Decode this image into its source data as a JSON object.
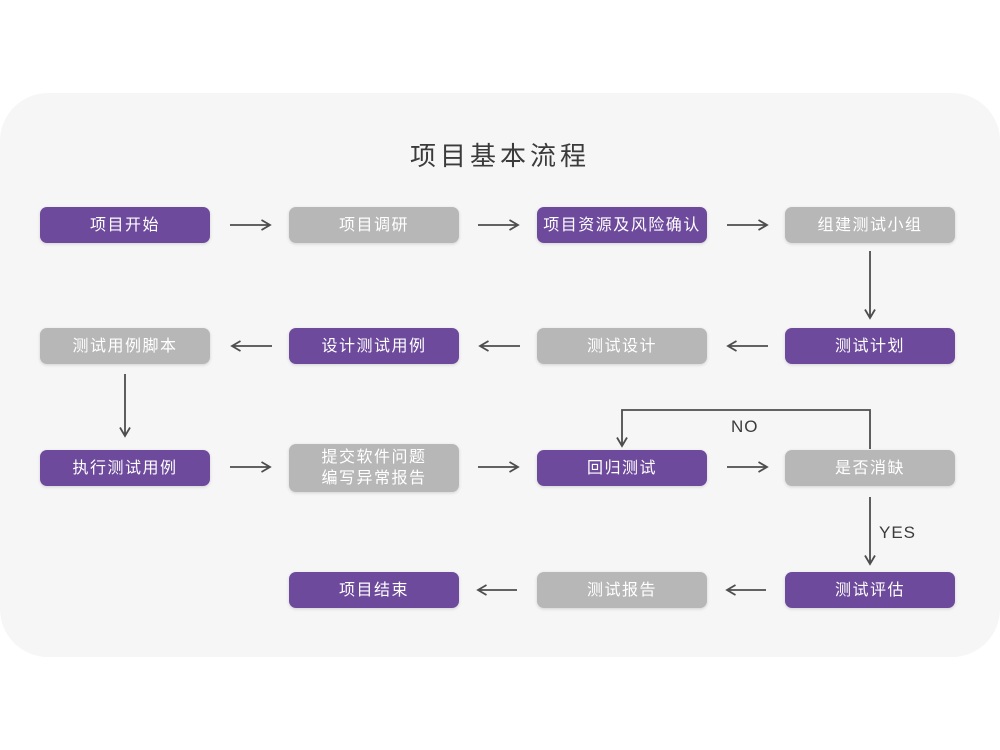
{
  "title": "项目基本流程",
  "colors": {
    "page_bg": "#FFFFFF",
    "card_bg": "#F6F6F7",
    "purple": "#6D4A9C",
    "gray": "#B7B7B7",
    "node_text": "#FFFFFF",
    "arrow": "#4D4D4D",
    "title_text": "#3B3B3B",
    "edge_label_text": "#3B3B3B"
  },
  "nodes": {
    "project_start": {
      "label": "项目开始",
      "variant": "purple"
    },
    "project_research": {
      "label": "项目调研",
      "variant": "gray"
    },
    "resource_risk_confirm": {
      "label": "项目资源及风险确认",
      "variant": "purple"
    },
    "build_test_team": {
      "label": "组建测试小组",
      "variant": "gray"
    },
    "test_plan": {
      "label": "测试计划",
      "variant": "purple"
    },
    "test_design": {
      "label": "测试设计",
      "variant": "gray"
    },
    "design_test_cases": {
      "label": "设计测试用例",
      "variant": "purple"
    },
    "test_case_script": {
      "label": "测试用例脚本",
      "variant": "gray"
    },
    "execute_test_cases": {
      "label": "执行测试用例",
      "variant": "purple"
    },
    "submit_issue_report": {
      "label": "提交软件问题\n编写异常报告",
      "variant": "gray"
    },
    "regression_test": {
      "label": "回归测试",
      "variant": "purple"
    },
    "defect_resolved": {
      "label": "是否消缺",
      "variant": "gray"
    },
    "test_evaluation": {
      "label": "测试评估",
      "variant": "purple"
    },
    "test_report": {
      "label": "测试报告",
      "variant": "gray"
    },
    "project_end": {
      "label": "项目结束",
      "variant": "purple"
    }
  },
  "edge_labels": {
    "no": "NO",
    "yes": "YES"
  },
  "edges": [
    {
      "from": "project_start",
      "to": "project_research"
    },
    {
      "from": "project_research",
      "to": "resource_risk_confirm"
    },
    {
      "from": "resource_risk_confirm",
      "to": "build_test_team"
    },
    {
      "from": "build_test_team",
      "to": "test_plan"
    },
    {
      "from": "test_plan",
      "to": "test_design"
    },
    {
      "from": "test_design",
      "to": "design_test_cases"
    },
    {
      "from": "design_test_cases",
      "to": "test_case_script"
    },
    {
      "from": "test_case_script",
      "to": "execute_test_cases"
    },
    {
      "from": "execute_test_cases",
      "to": "submit_issue_report"
    },
    {
      "from": "submit_issue_report",
      "to": "regression_test"
    },
    {
      "from": "regression_test",
      "to": "defect_resolved"
    },
    {
      "from": "defect_resolved",
      "to": "regression_test",
      "label": "NO"
    },
    {
      "from": "defect_resolved",
      "to": "test_evaluation",
      "label": "YES"
    },
    {
      "from": "test_evaluation",
      "to": "test_report"
    },
    {
      "from": "test_report",
      "to": "project_end"
    }
  ]
}
